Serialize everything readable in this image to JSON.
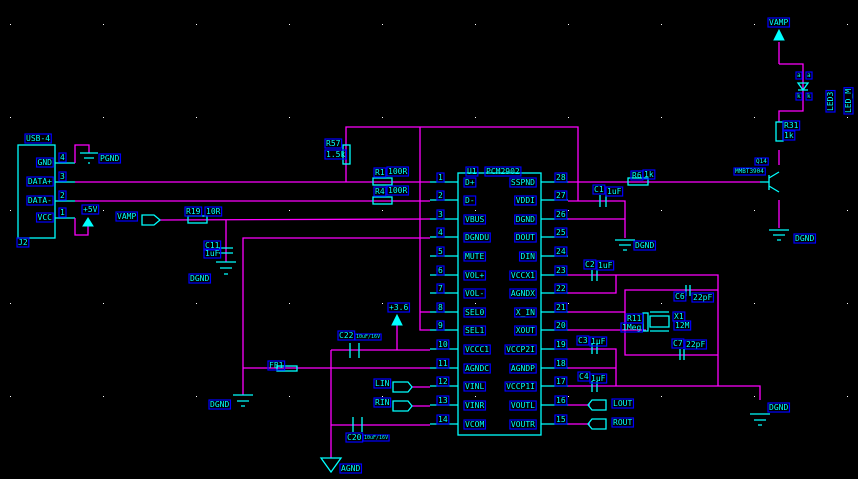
{
  "colors": {
    "background": "#000000",
    "wire": "#ff00ff",
    "component": "#00ffff",
    "label_box": "#0000ff"
  },
  "u1": {
    "ref": "U1",
    "part": "PCM2902",
    "left_pins": [
      {
        "num": "1",
        "name": "D+"
      },
      {
        "num": "2",
        "name": "D-"
      },
      {
        "num": "3",
        "name": "VBUS"
      },
      {
        "num": "4",
        "name": "DGNDU"
      },
      {
        "num": "5",
        "name": "MUTE"
      },
      {
        "num": "6",
        "name": "VOL+"
      },
      {
        "num": "7",
        "name": "VOL-"
      },
      {
        "num": "8",
        "name": "SEL0"
      },
      {
        "num": "9",
        "name": "SEL1"
      },
      {
        "num": "10",
        "name": "VCCC1"
      },
      {
        "num": "11",
        "name": "AGNDC"
      },
      {
        "num": "12",
        "name": "VINL"
      },
      {
        "num": "13",
        "name": "VINR"
      },
      {
        "num": "14",
        "name": "VCOM"
      }
    ],
    "right_pins": [
      {
        "num": "28",
        "name": "SSPND"
      },
      {
        "num": "27",
        "name": "VDDI"
      },
      {
        "num": "26",
        "name": "DGND"
      },
      {
        "num": "25",
        "name": "DOUT"
      },
      {
        "num": "24",
        "name": "DIN"
      },
      {
        "num": "23",
        "name": "VCCX1"
      },
      {
        "num": "22",
        "name": "AGNDX"
      },
      {
        "num": "21",
        "name": "X_IN"
      },
      {
        "num": "20",
        "name": "XOUT"
      },
      {
        "num": "19",
        "name": "VCCP2I"
      },
      {
        "num": "18",
        "name": "AGNDP"
      },
      {
        "num": "17",
        "name": "VCCP1I"
      },
      {
        "num": "16",
        "name": "VOUTL"
      },
      {
        "num": "15",
        "name": "VOUTR"
      }
    ]
  },
  "j2": {
    "ref": "J2",
    "part": "USB-4",
    "pins": [
      {
        "num": "4",
        "name": "GND"
      },
      {
        "num": "3",
        "name": "DATA+"
      },
      {
        "num": "2",
        "name": "DATA-"
      },
      {
        "num": "1",
        "name": "VCC"
      }
    ]
  },
  "labels": {
    "pgnd": "PGND",
    "p5v": "+5V",
    "vamp": "VAMP",
    "r19": "R19",
    "r19v": "10R",
    "c11": "C11",
    "c11v": "1uF",
    "dgnd1": "DGND",
    "r57": "R57",
    "r57v": "1.5k",
    "r1": "R1",
    "r1v": "100R",
    "r4": "R4",
    "r4v": "100R",
    "dgnd2": "DGND",
    "fb1": "FB1",
    "p36": "+3.6",
    "c22": "C22",
    "c22v": "10uF/16V",
    "c20": "C20",
    "c20v": "10uF/16V",
    "agnd": "AGND",
    "lin": "LIN",
    "rin": "RIN",
    "r6": "R6",
    "r6v": "1k",
    "c1": "C1",
    "c1v": "1uF",
    "dgnd3": "DGND",
    "c2": "C2",
    "c2v": "1uF",
    "c6": "C6",
    "c6v": "22pF",
    "r11": "R11",
    "r11v": "1Meg",
    "x1": "X1",
    "x1v": "12M",
    "c7": "C7",
    "c7v": "22pF",
    "c3": "C3",
    "c3v": "1uF",
    "c4": "C4",
    "c4v": "1uF",
    "lout": "LOUT",
    "rout": "ROUT",
    "dgnd4": "DGND",
    "vamp2": "VAMP",
    "led": "LED3",
    "ledm": "LED_M",
    "la1": "a",
    "la2": "a",
    "lk1": "k",
    "lk2": "k",
    "r31": "R31",
    "r31v": "1k",
    "q14": "Q14",
    "q14v": "MMBT3904",
    "dgnd5": "DGND"
  }
}
